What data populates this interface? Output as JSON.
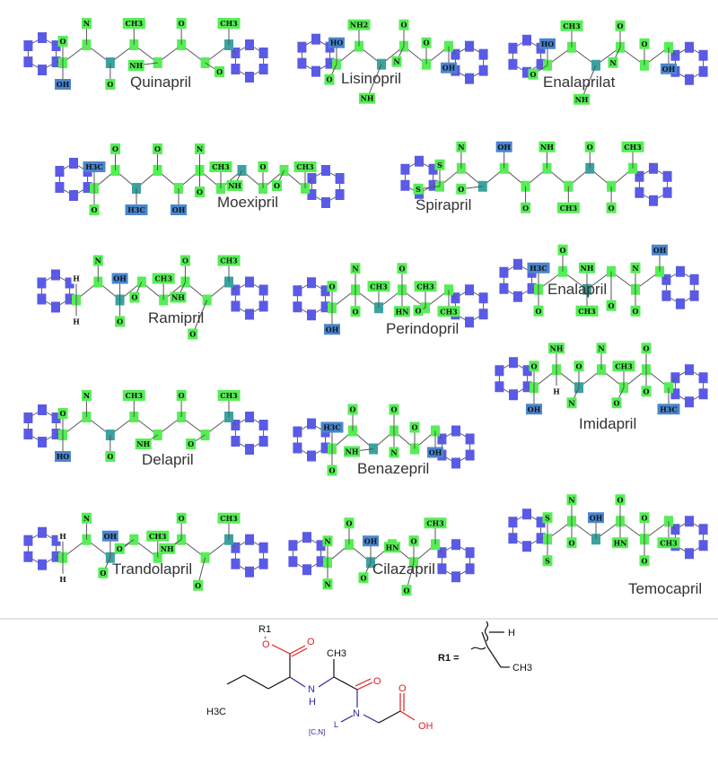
{
  "colors": {
    "carbon_green": "#55ee55",
    "ring_blue": "#5a5ae6",
    "hetero_blue": "#4a86d0",
    "teal": "#3aa3a0",
    "purple": "#9a55c8",
    "oxygen_red": "#e02020",
    "nitrogen_blue": "#2a2a9a"
  },
  "molecules": [
    {
      "name": "Quinapril",
      "atoms": [
        "O",
        "OH",
        "N",
        "O",
        "CH3",
        "NH",
        "O",
        "O",
        "CH3"
      ]
    },
    {
      "name": "Lisinopril",
      "atoms": [
        "HO",
        "O",
        "NH2",
        "NH",
        "O",
        "N",
        "O",
        "OH"
      ]
    },
    {
      "name": "Enalaprilat",
      "atoms": [
        "HO",
        "O",
        "CH3",
        "NH",
        "O",
        "N",
        "O",
        "OH"
      ]
    },
    {
      "name": "Moexipril",
      "atoms": [
        "H3C",
        "O",
        "O",
        "H3C",
        "O",
        "OH",
        "N",
        "O",
        "CH3",
        "NH",
        "O",
        "O",
        "CH3"
      ]
    },
    {
      "name": "Spirapril",
      "atoms": [
        "S",
        "S",
        "N",
        "O",
        "OH",
        "O",
        "NH",
        "CH3",
        "O",
        "O",
        "CH3"
      ]
    },
    {
      "name": "Ramipril",
      "atoms": [
        "H",
        "H",
        "N",
        "O",
        "OH",
        "O",
        "CH3",
        "NH",
        "O",
        "O",
        "CH3"
      ]
    },
    {
      "name": "Perindopril",
      "atoms": [
        "O",
        "OH",
        "N",
        "O",
        "CH3",
        "HN",
        "O",
        "O",
        "CH3",
        "CH3"
      ]
    },
    {
      "name": "Enalapril",
      "atoms": [
        "H3C",
        "O",
        "O",
        "CH3",
        "NH",
        "O",
        "N",
        "O",
        "OH"
      ]
    },
    {
      "name": "Imidapril",
      "atoms": [
        "O",
        "OH",
        "NH",
        "H",
        "O",
        "N",
        "N",
        "O",
        "CH3",
        "O",
        "O",
        "H3C"
      ]
    },
    {
      "name": "Delapril",
      "atoms": [
        "O",
        "HO",
        "N",
        "O",
        "CH3",
        "NH",
        "O",
        "O",
        "CH3"
      ]
    },
    {
      "name": "Benazepril",
      "atoms": [
        "H3C",
        "O",
        "O",
        "NH",
        "O",
        "N",
        "O",
        "OH"
      ]
    },
    {
      "name": "Trandolapril",
      "atoms": [
        "H",
        "H",
        "N",
        "O",
        "OH",
        "O",
        "CH3",
        "NH",
        "O",
        "O",
        "CH3"
      ]
    },
    {
      "name": "Cilazapril",
      "atoms": [
        "N",
        "N",
        "O",
        "O",
        "OH",
        "HN",
        "O",
        "O",
        "CH3"
      ]
    },
    {
      "name": "Temocapril",
      "atoms": [
        "S",
        "S",
        "N",
        "O",
        "OH",
        "HN",
        "O",
        "O",
        "O",
        "CH3"
      ]
    }
  ],
  "scaffold": {
    "r1_label": "R1",
    "o_ester": "O",
    "o_carbonyl": "O",
    "ch3_top": "CH3",
    "h3c_left": "H3C",
    "nh_n": "N",
    "nh_h": "H",
    "o_amide": "O",
    "n_ring": "N",
    "cn_label": "[C,N]",
    "cn_suffix": "L",
    "o_acid": "O",
    "oh_acid": "OH",
    "r1_def": "R1 =",
    "r1_h": "H",
    "r1_ch3": "CH3"
  }
}
